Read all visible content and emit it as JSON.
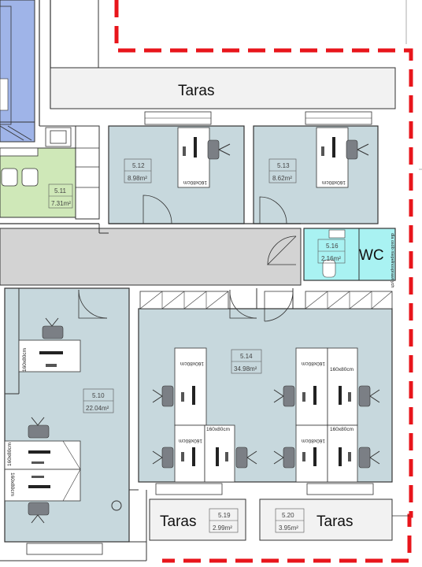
{
  "terraces": {
    "top": "Taras",
    "bottom_left": "Taras",
    "bottom_right": "Taras"
  },
  "rooms": {
    "r5_10": {
      "number": "5.10",
      "area": "22.04m²"
    },
    "r5_11": {
      "number": "5.11",
      "area": "7.31m²"
    },
    "r5_12": {
      "number": "5.12",
      "area": "8.98m²"
    },
    "r5_13": {
      "number": "5.13",
      "area": "8.62m²"
    },
    "r5_14": {
      "number": "5.14",
      "area": "34.98m²"
    },
    "r5_16": {
      "number": "5.16",
      "area": "2.16m²"
    },
    "r5_19": {
      "number": "5.19",
      "area": "2.99m²"
    },
    "r5_20": {
      "number": "5.20",
      "area": "3.95m²"
    }
  },
  "wc": {
    "label": "WC",
    "note": "dla osób niepełnosprawnych"
  },
  "desk_size_label": "160x80cm",
  "colors": {
    "office": "#c7d8dd",
    "corridor": "#d3d3d3",
    "green_room": "#cfe8b8",
    "blue_room": "#9fb4e8",
    "wc": "#a9f2f2",
    "terrace": "#f2f2f2",
    "boundary": "#e8151b",
    "desk": "#ffffff",
    "chair": "#7b7f85"
  }
}
